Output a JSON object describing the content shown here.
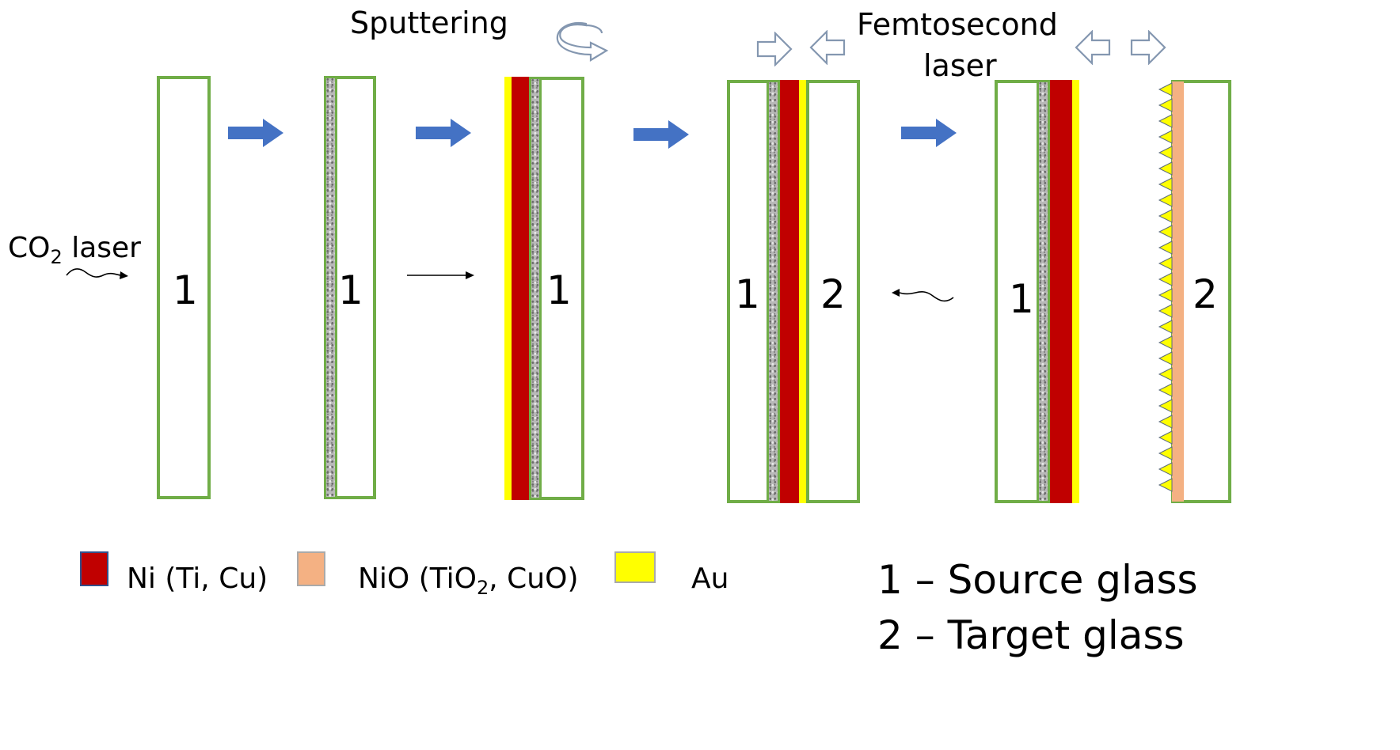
{
  "labels": {
    "sputtering": "Sputtering",
    "femto_line1": "Femtosecond",
    "femto_line2": "laser",
    "co2_prefix": "CO",
    "co2_sub": "2",
    "co2_suffix": " laser"
  },
  "glass_numbers": {
    "source": "1",
    "target": "2"
  },
  "legend": {
    "ni": {
      "label": "Ni (Ti, Cu)",
      "color": "#c00000"
    },
    "nio": {
      "prefix": "NiO (TiO",
      "sub": "2",
      "suffix": ", CuO)",
      "color": "#f4b183"
    },
    "au": {
      "label": "Au",
      "color": "#ffff00"
    }
  },
  "definitions": {
    "line1": "1 – Source glass",
    "line2": "2 – Target glass"
  },
  "colors": {
    "glass_border": "#70ad47",
    "process_arrow": "#4472c4",
    "outline_arrow": "#8497b0",
    "porous_layer": "#b9b9b9"
  }
}
